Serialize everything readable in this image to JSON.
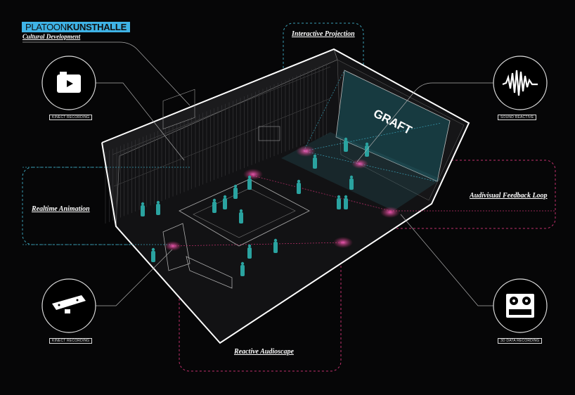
{
  "brand": {
    "name_light": "PLATOON",
    "name_bold": "KUNSTHALLE",
    "subtitle": "Cultural Development"
  },
  "zones": {
    "interactive_projection": "Interactive Projection",
    "realtime_animation": "Realtime Animation",
    "audiovisual_feedback": "Audivisual Feedback Loop",
    "reactive_audioscape": "Reactive Audioscape"
  },
  "devices": [
    {
      "label": "KINECT RECORDING",
      "icon": "camera-icon"
    },
    {
      "label": "SOUND REACTIVE",
      "icon": "sound-wave-icon"
    },
    {
      "label": "KINECT RECORDING",
      "icon": "kinect-sensor-icon"
    },
    {
      "label": "3D DATA RECORDING",
      "icon": "tape-recorder-icon"
    }
  ],
  "screen_logo": "GRAFT",
  "colors": {
    "brand": "#3fb3e6",
    "projection": "#3a9fb5",
    "audio": "#c2306e",
    "figure": "#2aa3a0",
    "background": "#060607"
  }
}
